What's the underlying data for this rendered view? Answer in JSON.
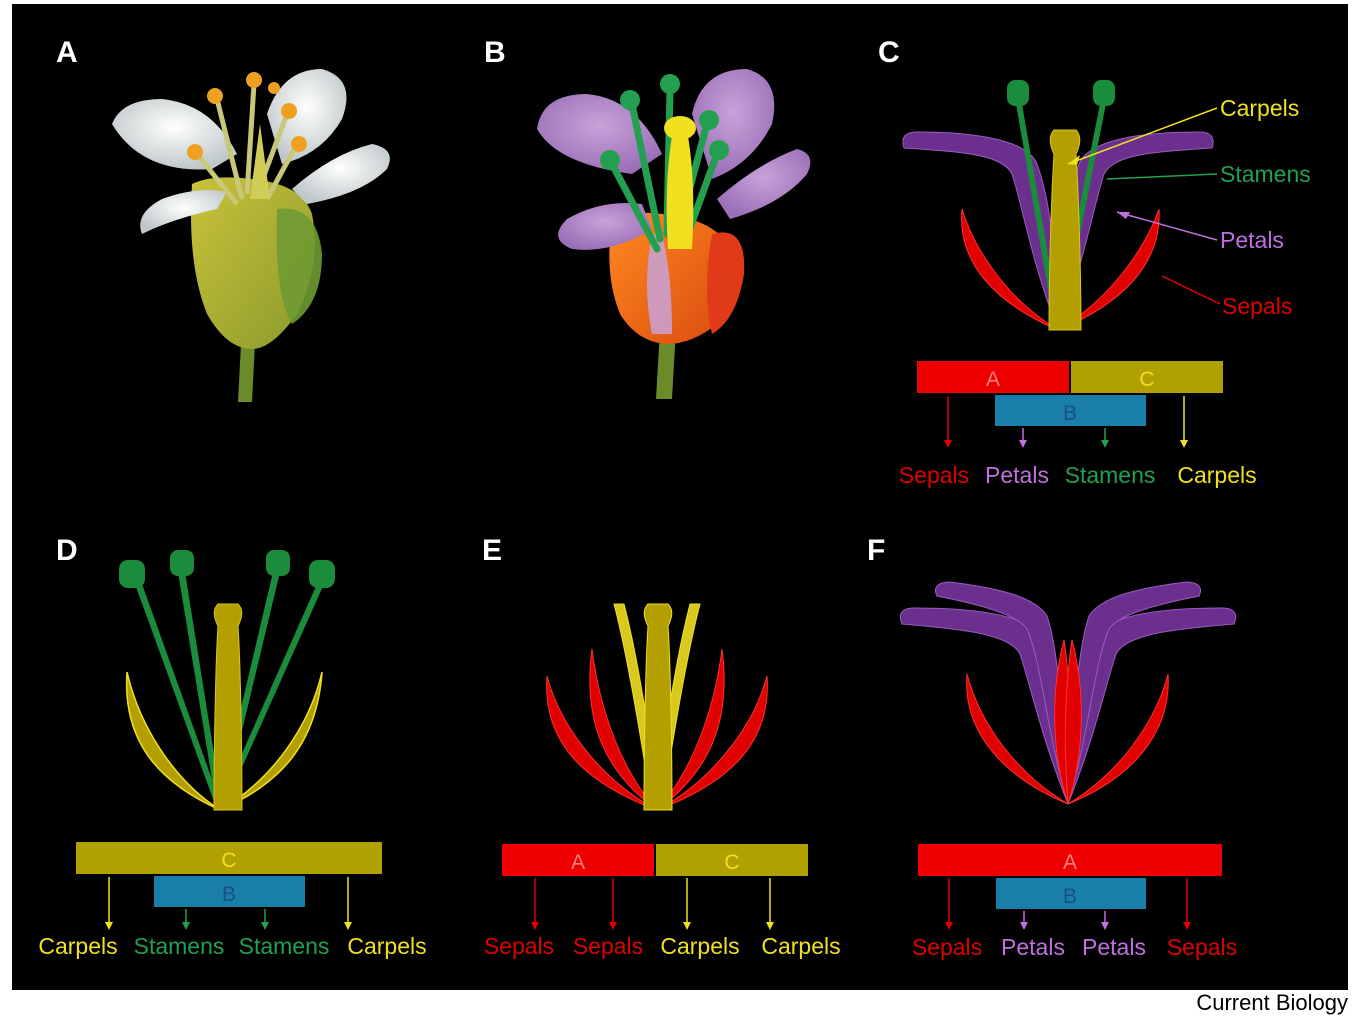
{
  "panels": {
    "a": {
      "label": "A"
    },
    "b": {
      "label": "B"
    },
    "c": {
      "label": "C",
      "callouts": [
        "Carpels",
        "Stamens",
        "Petals",
        "Sepals"
      ],
      "bars": {
        "a": "A",
        "b": "B",
        "c": "C"
      },
      "outputs": [
        "Sepals",
        "Petals",
        "Stamens",
        "Carpels"
      ]
    },
    "d": {
      "label": "D",
      "bars": {
        "b": "B",
        "c": "C"
      },
      "outputs": [
        "Carpels",
        "Stamens",
        "Stamens",
        "Carpels"
      ]
    },
    "e": {
      "label": "E",
      "bars": {
        "a": "A",
        "c": "C"
      },
      "outputs": [
        "Sepals",
        "Sepals",
        "Carpels",
        "Carpels"
      ]
    },
    "f": {
      "label": "F",
      "bars": {
        "a": "A",
        "b": "B"
      },
      "outputs": [
        "Sepals",
        "Petals",
        "Petals",
        "Sepals"
      ]
    }
  },
  "credit": "Current Biology",
  "colors": {
    "sepal": "#e00000",
    "petal": "#6b2f8e",
    "petal_text": "#c070e0",
    "stamen": "#1a8c3c",
    "stamen_text": "#22a050",
    "carpel": "#b3a000",
    "carpel_text": "#f0e020",
    "bar_a": "#ee0000",
    "bar_b": "#1a7fa8",
    "bar_c": "#b0a000",
    "background": "#000000"
  }
}
